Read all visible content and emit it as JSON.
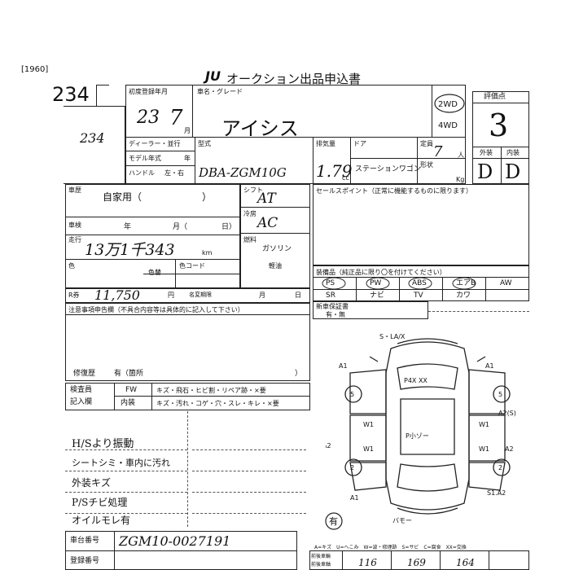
{
  "header": {
    "form_code": "[1960]",
    "logo_text": "JU",
    "title": "オークション出品申込書",
    "lot_number": "234"
  },
  "left_handwritten": {
    "stamp_number": "234"
  },
  "registration": {
    "label": "初度登録年月",
    "year": "23",
    "month": "7",
    "month_unit": "月"
  },
  "car_name": {
    "label": "車名・グレード",
    "value": "アイシス"
  },
  "drive": {
    "two_wd": "2WD",
    "four_wd": "4WD"
  },
  "rating": {
    "label": "評価点",
    "score": "3",
    "exterior_label": "外装",
    "interior_label": "内装",
    "exterior": "D",
    "interior": "D"
  },
  "dealer_rows": {
    "dealer": "ディーラー・並行",
    "model_year": "モデル年式",
    "year_unit": "年",
    "handle": "ハンドル",
    "handle_options": "左・右"
  },
  "model_type": {
    "label": "型式",
    "value": "DBA-ZGM10G"
  },
  "displacement": {
    "label": "排気量",
    "value": "1.79",
    "unit": "cc"
  },
  "doors": {
    "label": "ドア",
    "value": "7",
    "capacity_label": "定員",
    "capacity_unit": "人",
    "body_label": "形状",
    "body_value": "ステーションワゴン",
    "weight_unit": "Kg"
  },
  "usage": {
    "label": "車歴",
    "value": "自家用（",
    "close": "）"
  },
  "inspection": {
    "label": "車検",
    "year": "年",
    "month": "月（",
    "day": "日）"
  },
  "mileage": {
    "label": "走行",
    "value": "13万1千343",
    "unit": "km"
  },
  "color": {
    "label": "色",
    "change_label": "色替",
    "code_label": "色コード"
  },
  "shift": {
    "label": "シフト",
    "value": "AT"
  },
  "ac": {
    "label": "冷房",
    "value": "AC"
  },
  "fuel": {
    "label": "燃料",
    "value": "ガソリン",
    "diesel": "軽油"
  },
  "recycle": {
    "label": "R券",
    "value": "11,750",
    "unit": "円",
    "deadline_label": "名変期限",
    "month": "月",
    "day": "日"
  },
  "selling_points": {
    "label": "セールスポイント（正常に機能するものに限ります）"
  },
  "equipment": {
    "label": "装備品（純正品に限り〇を付けてください）",
    "row1": [
      "PS",
      "PW",
      "ABS",
      "エアB",
      "AW"
    ],
    "row2": [
      "SR",
      "ナビ",
      "TV",
      "カワ",
      ""
    ]
  },
  "notes": {
    "label": "注意事項申告欄（不具合内容等は具体的に記入して下さい）",
    "repair_label": "修復歴",
    "repair_value": "有（箇所",
    "repair_close": "）"
  },
  "record_book": {
    "label": "新車保証書",
    "options": "有・無"
  },
  "inspector": {
    "label_1": "検査員",
    "label_2": "記入欄",
    "fw": "FW",
    "interior": "内装",
    "fw_items": "キズ・飛石・ヒビ割・リペア跡・×要",
    "interior_items": "キズ・汚れ・コゲ・穴・スレ・キレ・×要"
  },
  "handwritten_notes": [
    "H/Sより振動",
    "シートシミ・車内に汚れ",
    "外装キズ",
    "P/Sチビ処理",
    "オイルモレ有"
  ],
  "diagram": {
    "front_label": "S・LA/X",
    "roof_label": "P4X XX",
    "hood_label": "P小ゾー",
    "left_front": "A1",
    "left_mid": "A2",
    "right_front": "A1",
    "right_rear": "A2",
    "right_back": "A2(S)",
    "bottom_left": "A1",
    "bottom_right": "S1.A2",
    "w1": "W1",
    "circle5": "5",
    "circle2": "2",
    "stamp": "有",
    "bottom_tag": "バモー"
  },
  "vin": {
    "label": "車台番号",
    "value": "ZGM10-0027191"
  },
  "registration_no": {
    "label": "登録番号"
  },
  "legend": {
    "text": "A=キズ　U=へこみ　W=波・修理跡　S=サビ　C=腐食　XX=交換"
  },
  "bottom_table": {
    "label_1": "前後車輪",
    "label_2": "前後車軸",
    "value_1": "116",
    "value_2": "169",
    "value_3": "164"
  }
}
